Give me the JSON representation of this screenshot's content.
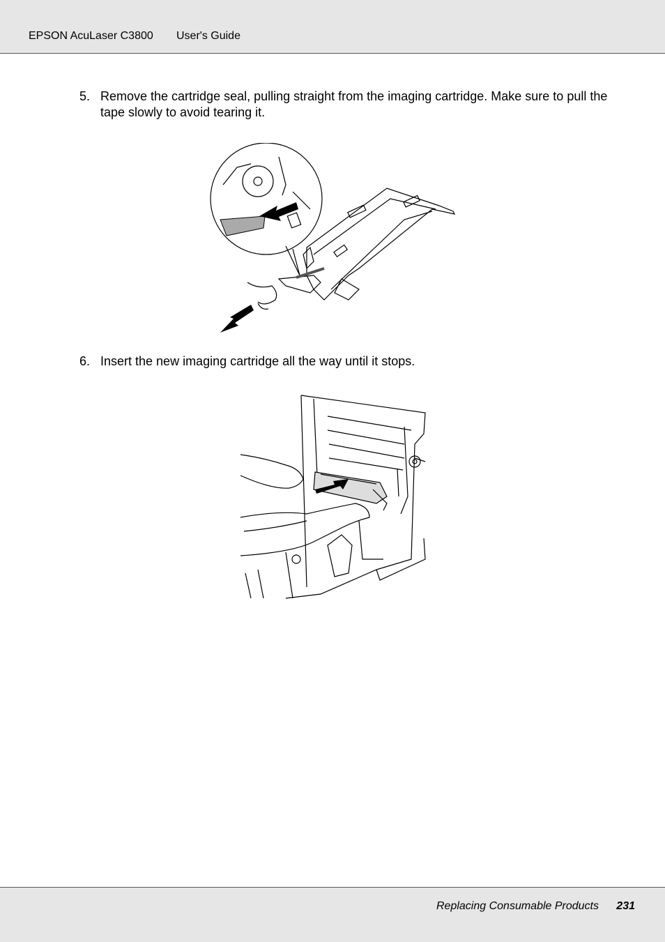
{
  "header": {
    "product": "EPSON AcuLaser C3800",
    "guide": "User's Guide"
  },
  "steps": [
    {
      "number": "5.",
      "text": "Remove the cartridge seal, pulling straight from the imaging cartridge. Make sure to pull the tape slowly to avoid tearing it."
    },
    {
      "number": "6.",
      "text": "Insert the new imaging cartridge all the way until it stops."
    }
  ],
  "footer": {
    "section": "Replacing Consumable Products",
    "page": "231"
  }
}
